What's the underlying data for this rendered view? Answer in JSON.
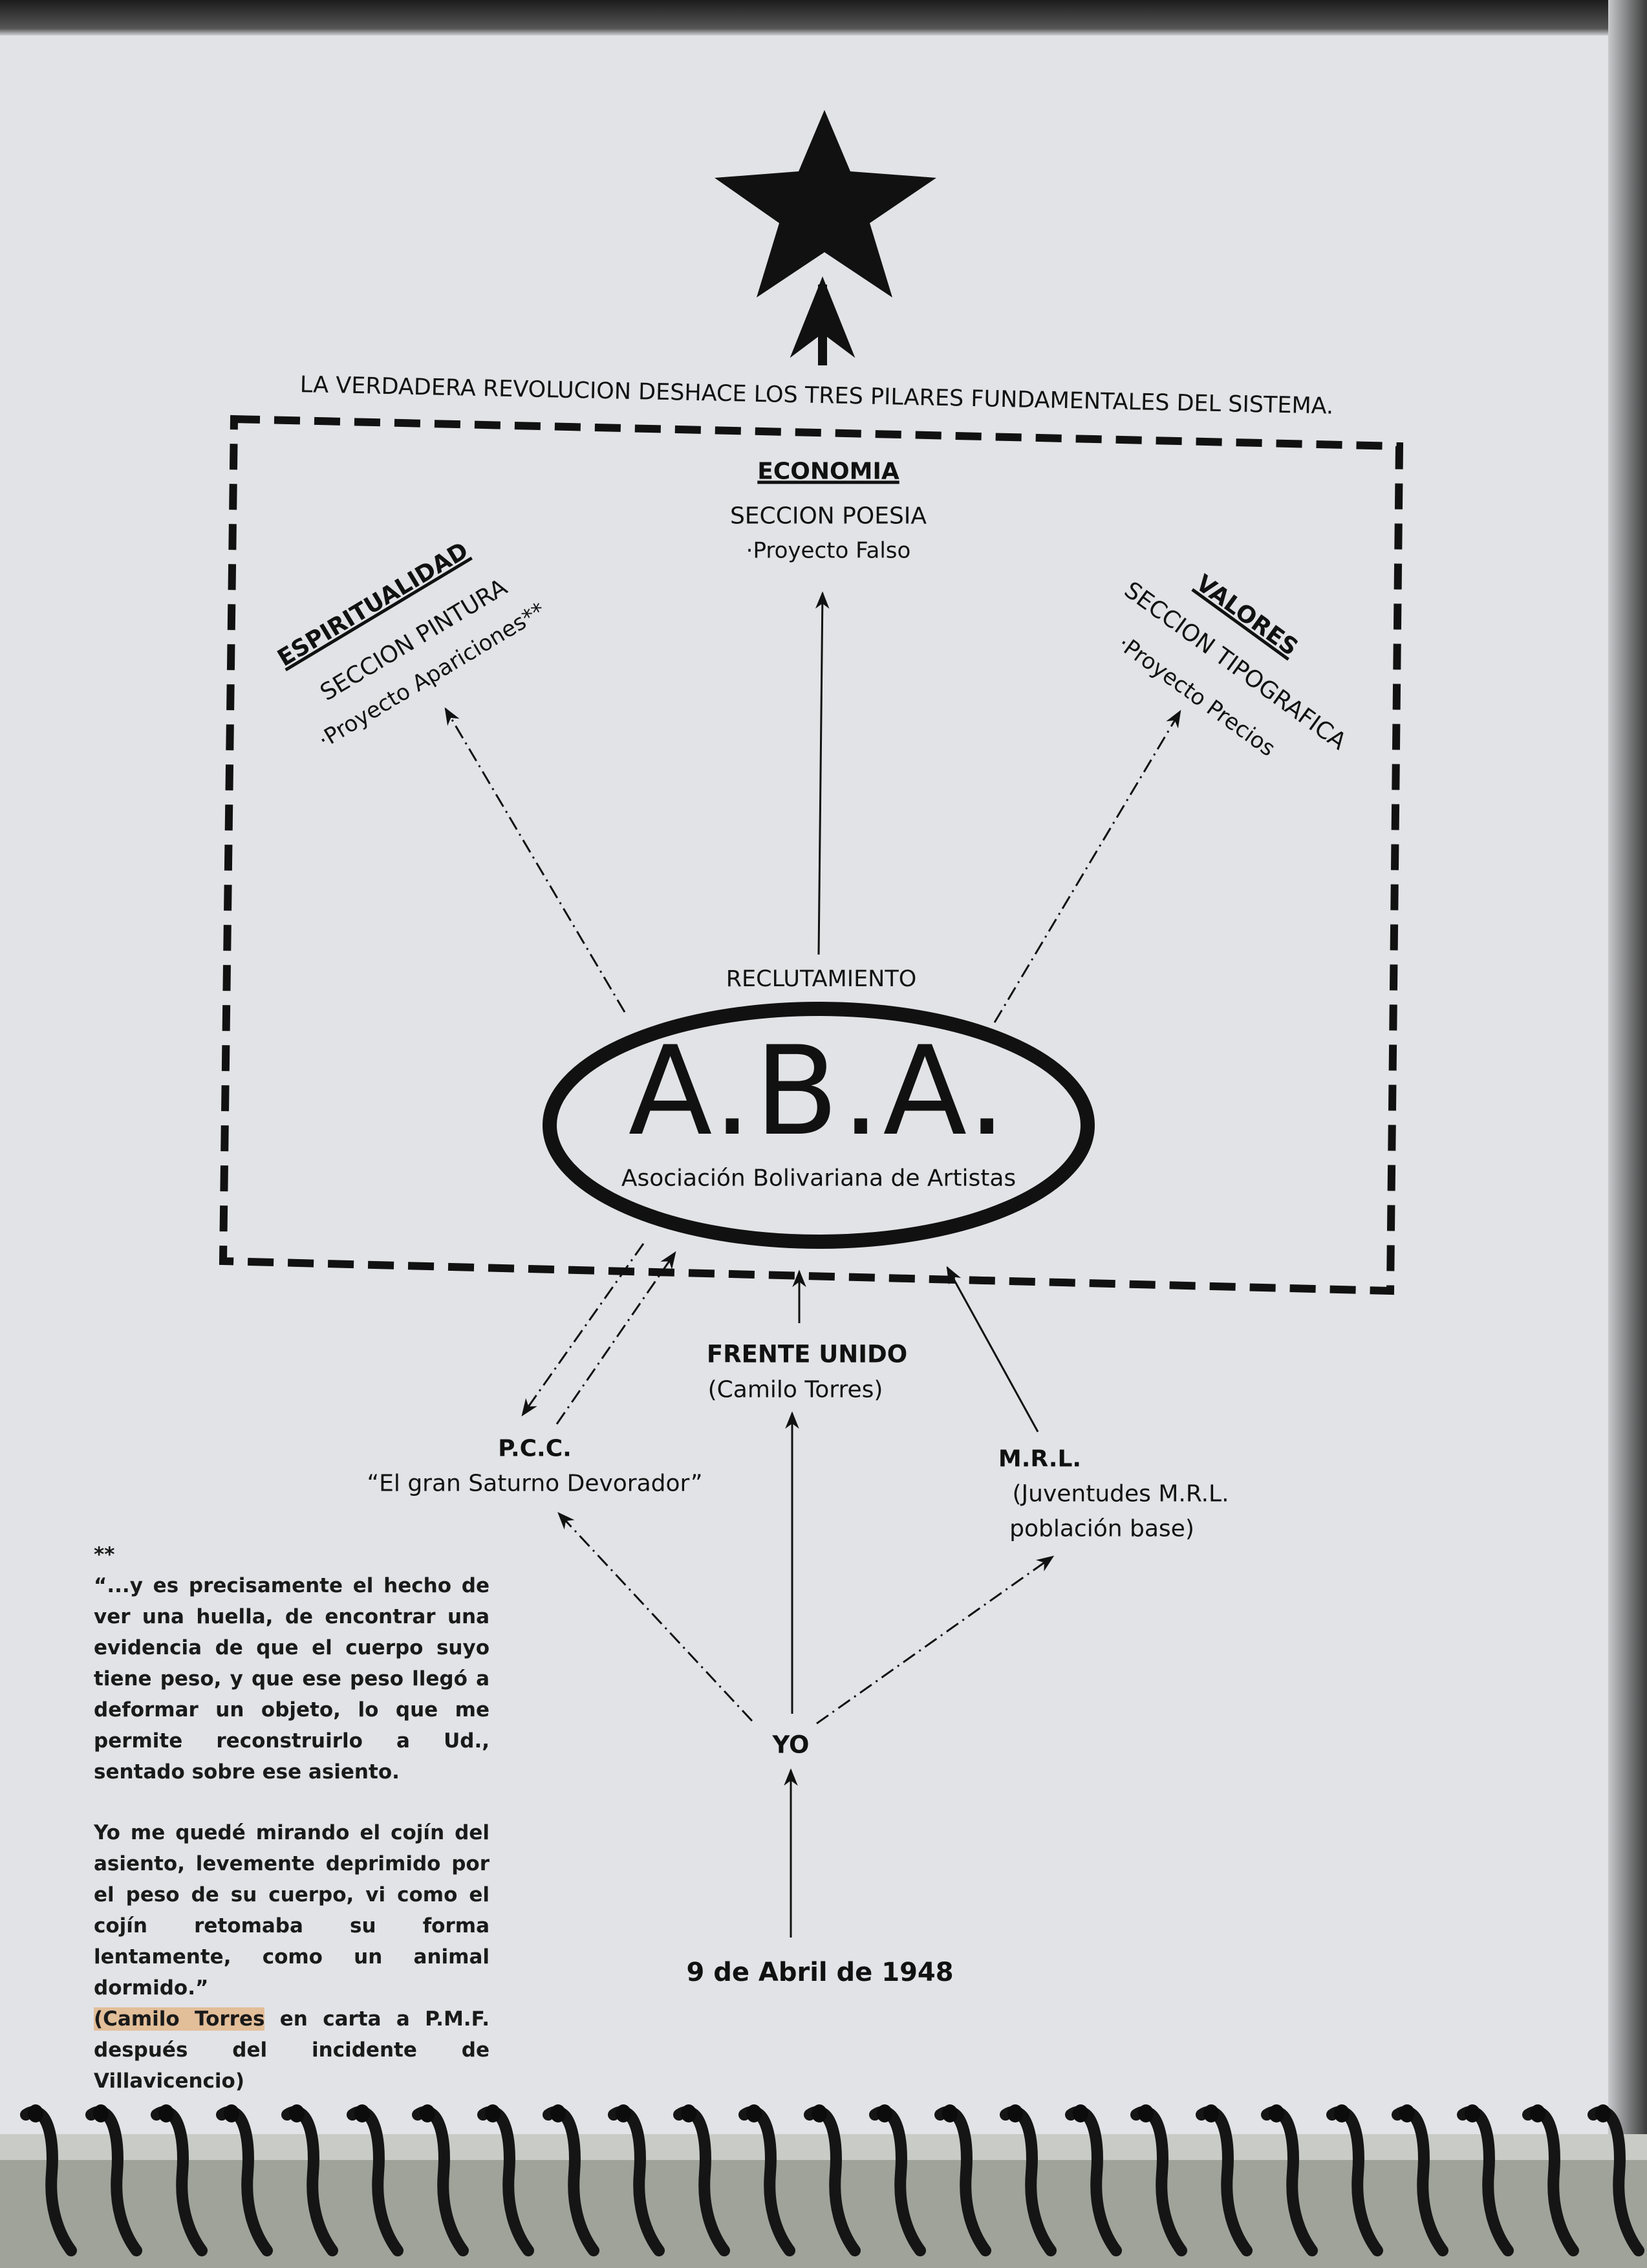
{
  "title": "LA VERDADERA REVOLUCION DESHACE LOS TRES PILARES FUNDAMENTALES DEL SISTEMA.",
  "pillars": {
    "economia": {
      "heading": "ECONOMIA",
      "section": "SECCION POESIA",
      "project": "·Proyecto Falso"
    },
    "espiritualidad": {
      "heading": "ESPIRITUALIDAD",
      "section": "SECCION PINTURA",
      "project": "·Proyecto Apariciones**"
    },
    "valores": {
      "heading": "VALORES",
      "section": "SECCION TIPOGRAFICA",
      "project": "·Proyecto Precios"
    }
  },
  "center": {
    "label": "RECLUTAMIENTO",
    "acronym": "A.B.A.",
    "full_name": "Asociación Bolivariana de Artistas"
  },
  "nodes": {
    "frente": {
      "name": "FRENTE UNIDO",
      "sub": "(Camilo Torres)"
    },
    "pcc": {
      "name": "P.C.C.",
      "sub": "“El gran Saturno Devorador”"
    },
    "mrl": {
      "name": "M.R.L.",
      "sub1": "(Juventudes M.R.L.",
      "sub2": "población base)"
    },
    "yo": {
      "name": "YO"
    },
    "date": {
      "name": "9 de Abril de 1948"
    }
  },
  "footnote": {
    "marker": "**",
    "para1": "“...y es precisamente el hecho de ver una huella, de encontrar una evidencia de que el cuerpo suyo tiene peso, y que ese peso llegó a deformar un objeto, lo que me permite reconstruirlo a Ud., sentado sobre ese asiento.",
    "para2": "Yo me quedé mirando el cojín del asiento, levemente deprimido por el peso de su cuerpo, vi como el cojín retomaba su forma lentamente, como un animal dormido.”",
    "source_highlight": "(Camilo Torres",
    "source_rest": " en carta a P.M.F. después del incidente de Villavicencio)"
  },
  "colors": {
    "paper": "#e2e3e6",
    "ink": "#111111",
    "highlight": "#e2a05a"
  }
}
